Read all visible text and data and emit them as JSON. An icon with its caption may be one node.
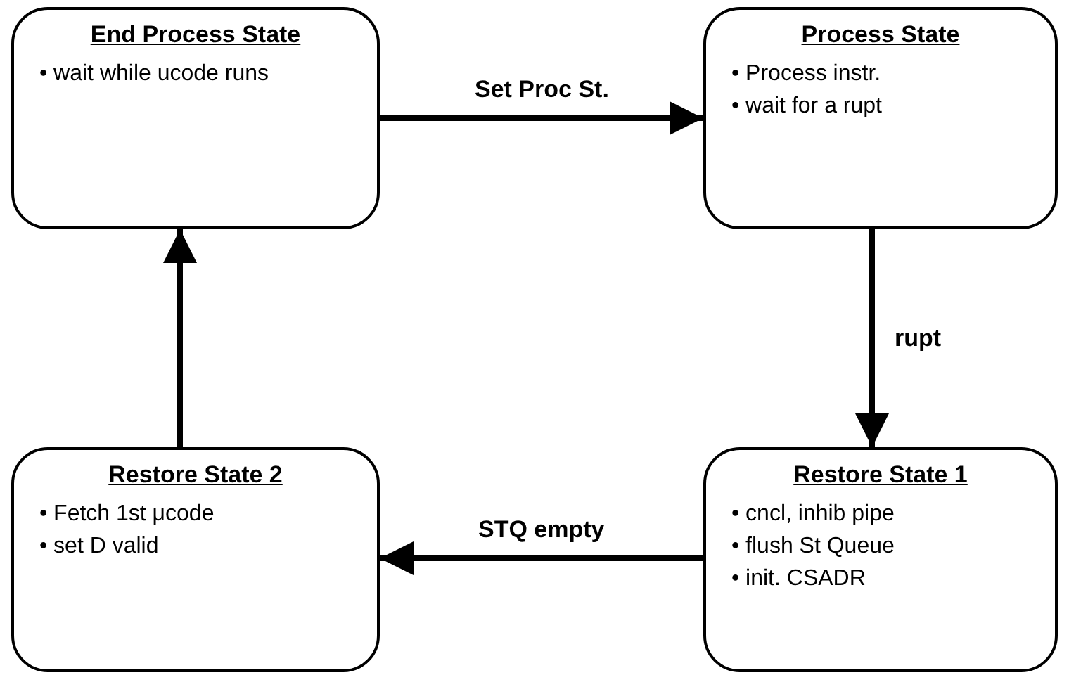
{
  "diagram": {
    "nodes": [
      {
        "text": [
          "End Process State",
          "• wait while ucode runs"
        ]
      },
      {
        "text": [
          "Process State",
          "• Process instr.",
          "• wait for a rupt"
        ]
      },
      {
        "text": [
          "Restore State 1",
          "• cncl, inhib pipe",
          "• flush St Queue",
          "• init. CSADR"
        ]
      },
      {
        "text": [
          "Restore State 2",
          "• Fetch 1st μcode",
          "• set D valid"
        ]
      }
    ],
    "edges": [
      {
        "from": 0,
        "to": 1,
        "arrow": "to",
        "label": "Set Proc St."
      },
      {
        "from": 1,
        "to": 2,
        "arrow": "to",
        "label": "rupt"
      },
      {
        "from": 2,
        "to": 3,
        "arrow": "to",
        "label": "STQ empty"
      },
      {
        "from": 3,
        "to": 0,
        "arrow": "to"
      }
    ]
  }
}
